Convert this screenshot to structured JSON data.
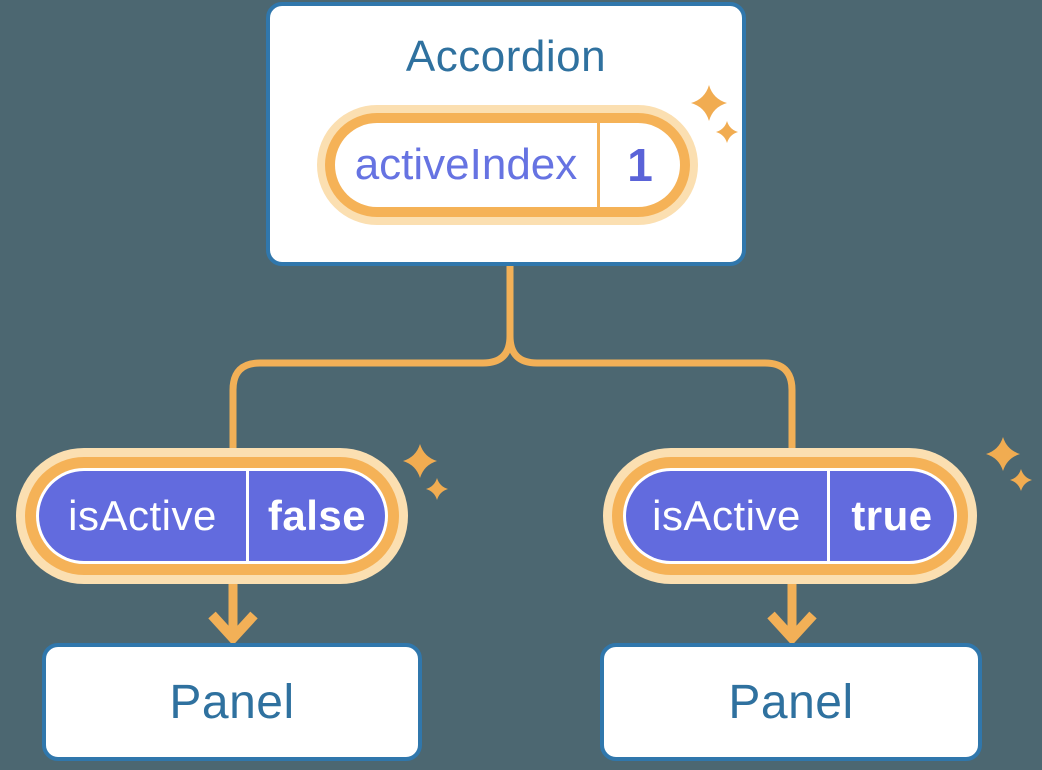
{
  "diagram": {
    "root": {
      "title": "Accordion",
      "state": {
        "label": "activeIndex",
        "value": "1"
      }
    },
    "children": [
      {
        "prop": {
          "label": "isActive",
          "value": "false"
        },
        "panel": {
          "title": "Panel"
        }
      },
      {
        "prop": {
          "label": "isActive",
          "value": "true"
        },
        "panel": {
          "title": "Panel"
        }
      }
    ]
  },
  "colors": {
    "bg": "#4C6771",
    "box-border": "#3077AC",
    "box-text": "#2F719F",
    "orange-line": "#F2B057",
    "orange-ring": "#F5B257",
    "peach": "#FBDFB1",
    "purple": "#626BDE",
    "indigo": "#6673E2",
    "indigo-value": "#5A63D8",
    "sparkle": "#F1AC51"
  }
}
